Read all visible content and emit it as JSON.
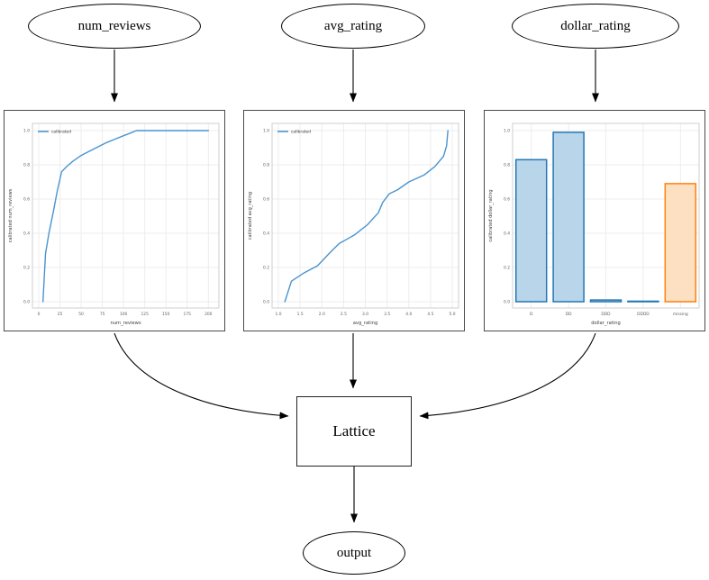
{
  "nodes": {
    "num_reviews": "num_reviews",
    "avg_rating": "avg_rating",
    "dollar_rating": "dollar_rating",
    "lattice": "Lattice",
    "output": "output"
  },
  "edges": [
    {
      "from": "num_reviews",
      "to": "num_reviews-calibrator"
    },
    {
      "from": "avg_rating",
      "to": "avg_rating-calibrator"
    },
    {
      "from": "dollar_rating",
      "to": "dollar_rating-calibrator"
    },
    {
      "from": "num_reviews-calibrator",
      "to": "Lattice"
    },
    {
      "from": "avg_rating-calibrator",
      "to": "Lattice"
    },
    {
      "from": "dollar_rating-calibrator",
      "to": "Lattice"
    },
    {
      "from": "Lattice",
      "to": "output"
    }
  ],
  "colors": {
    "line_blue": "#4a94cf",
    "bar_blue_fill": "#b9d5ea",
    "bar_blue_edge": "#2277b4",
    "bar_orange_fill": "#fde0c2",
    "bar_orange_edge": "#ff7f0e",
    "grid": "#ededed",
    "spine": "#cfcfcf",
    "tick_text": "#606060",
    "label_text": "#3c3c3c"
  },
  "chart_data": [
    {
      "type": "line",
      "title": "",
      "xlabel": "num_reviews",
      "ylabel": "calibrated num_reviews",
      "legend": [
        "calibrated"
      ],
      "legend_position": "upper left",
      "grid": true,
      "xlim": [
        0,
        205
      ],
      "ylim": [
        0.0,
        1.0
      ],
      "xticks": [
        0,
        25,
        50,
        75,
        100,
        125,
        150,
        175,
        200
      ],
      "xtick_labels": [
        "0",
        "25",
        "50",
        "75",
        "100",
        "125",
        "150",
        "175",
        "200"
      ],
      "yticks": [
        0.0,
        0.2,
        0.4,
        0.6,
        0.8,
        1.0
      ],
      "ytick_labels": [
        "0.0",
        "0.2",
        "0.4",
        "0.6",
        "0.8",
        "1.0"
      ],
      "series": [
        {
          "name": "calibrated",
          "x": [
            5,
            8,
            12,
            17,
            22,
            27,
            33,
            40,
            50,
            60,
            70,
            80,
            90,
            100,
            108,
            115,
            200
          ],
          "y": [
            0.0,
            0.28,
            0.4,
            0.52,
            0.65,
            0.76,
            0.79,
            0.82,
            0.855,
            0.88,
            0.905,
            0.93,
            0.95,
            0.97,
            0.985,
            1.0,
            1.0
          ]
        }
      ]
    },
    {
      "type": "line",
      "title": "",
      "xlabel": "avg_rating",
      "ylabel": "calibrated avg_rating",
      "legend": [
        "calibrated"
      ],
      "legend_position": "upper left",
      "grid": true,
      "xlim": [
        1.0,
        5.0
      ],
      "ylim": [
        0.0,
        1.0
      ],
      "xticks": [
        1.0,
        1.5,
        2.0,
        2.5,
        3.0,
        3.5,
        4.0,
        4.5,
        5.0
      ],
      "xtick_labels": [
        "1.0",
        "1.5",
        "2.0",
        "2.5",
        "3.0",
        "3.5",
        "4.0",
        "4.5",
        "5.0"
      ],
      "yticks": [
        0.0,
        0.2,
        0.4,
        0.6,
        0.8,
        1.0
      ],
      "ytick_labels": [
        "0.0",
        "0.2",
        "0.4",
        "0.6",
        "0.8",
        "1.0"
      ],
      "series": [
        {
          "name": "calibrated",
          "x": [
            1.15,
            1.3,
            1.6,
            1.9,
            2.2,
            2.4,
            2.75,
            3.05,
            3.3,
            3.4,
            3.55,
            3.75,
            4.0,
            4.35,
            4.6,
            4.8,
            4.87,
            4.9
          ],
          "y": [
            0.0,
            0.12,
            0.17,
            0.21,
            0.29,
            0.34,
            0.39,
            0.45,
            0.52,
            0.58,
            0.63,
            0.655,
            0.7,
            0.74,
            0.79,
            0.85,
            0.91,
            1.0
          ]
        }
      ]
    },
    {
      "type": "bar",
      "title": "",
      "xlabel": "dollar_rating",
      "ylabel": "calibrated dollar_rating",
      "grid": true,
      "ylim": [
        0.0,
        1.0
      ],
      "categories": [
        "D",
        "DD",
        "DDD",
        "DDDD",
        "missing"
      ],
      "values": [
        0.83,
        0.99,
        0.01,
        0.003,
        0.69
      ],
      "yticks": [
        0.0,
        0.2,
        0.4,
        0.6,
        0.8,
        1.0
      ],
      "ytick_labels": [
        "0.0",
        "0.2",
        "0.4",
        "0.6",
        "0.8",
        "1.0"
      ],
      "bar_styles": [
        "blue",
        "blue",
        "blue",
        "blue",
        "orange"
      ]
    }
  ]
}
